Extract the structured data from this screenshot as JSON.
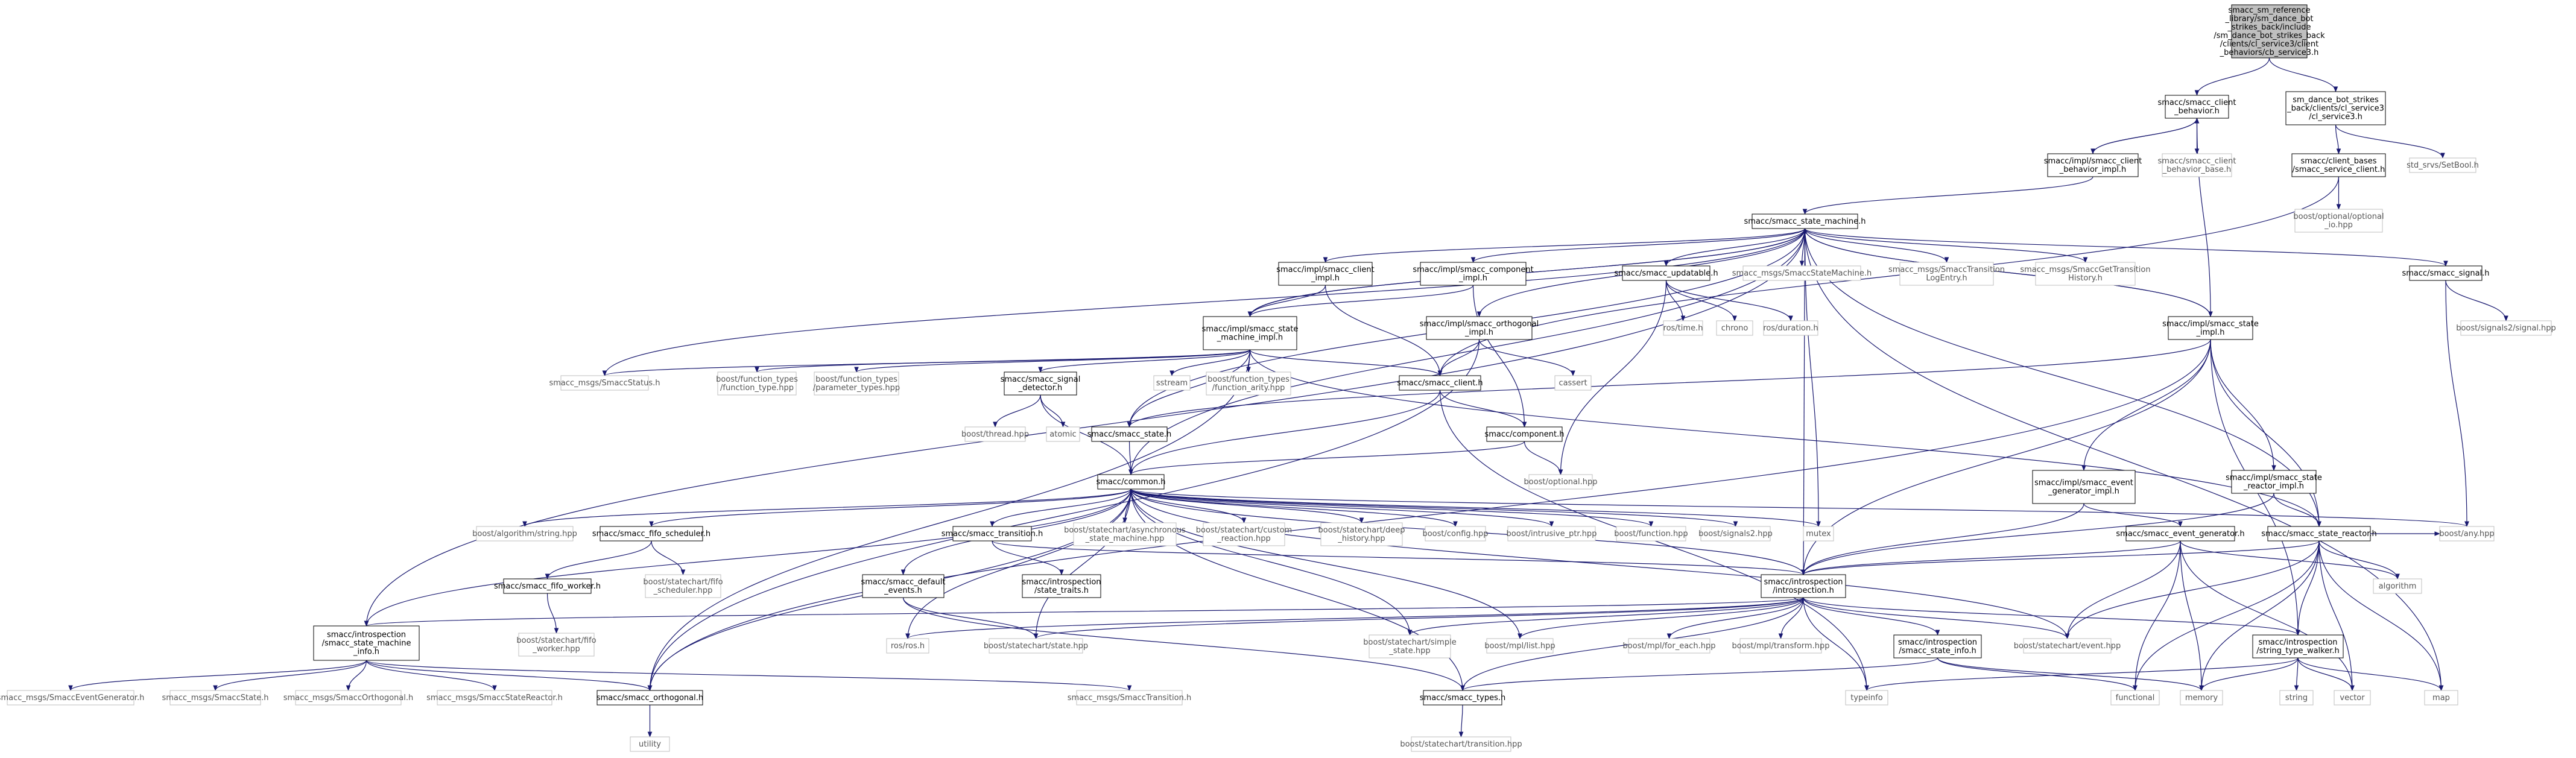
{
  "colors": {
    "edge": "#191970",
    "root_fill": "#bfbfbf",
    "internal_fill": "#ffffff",
    "internal_border": "#000000",
    "external_border": "#bfbfbf",
    "internal_text": "#000000",
    "external_text": "#555555"
  },
  "nodes": [
    {
      "id": "root",
      "kind": "root",
      "lines": [
        "smacc_sm_reference",
        "_library/sm_dance_bot",
        "_strikes_back/include",
        "/sm_dance_bot_strikes_back",
        "/clients/cl_service3/client",
        "_behaviors/cb_service3.h"
      ]
    },
    {
      "id": "client_behavior",
      "kind": "internal",
      "lines": [
        "smacc/smacc_client",
        "_behavior.h"
      ]
    },
    {
      "id": "cl_service3",
      "kind": "internal",
      "lines": [
        "sm_dance_bot_strikes",
        "_back/clients/cl_service3",
        "/cl_service3.h"
      ]
    },
    {
      "id": "client_behavior_impl",
      "kind": "internal",
      "lines": [
        "smacc/impl/smacc_client",
        "_behavior_impl.h"
      ]
    },
    {
      "id": "client_behavior_base",
      "kind": "external",
      "lines": [
        "smacc/smacc_client",
        "_behavior_base.h"
      ]
    },
    {
      "id": "client_bases_service",
      "kind": "internal",
      "lines": [
        "smacc/client_bases",
        "/smacc_service_client.h"
      ]
    },
    {
      "id": "std_srvs_setbool",
      "kind": "external",
      "lines": [
        "std_srvs/SetBool.h"
      ]
    },
    {
      "id": "boost_optional_io",
      "kind": "external",
      "lines": [
        "boost/optional/optional",
        "_io.hpp"
      ]
    },
    {
      "id": "state_machine",
      "kind": "internal",
      "lines": [
        "smacc/smacc_state_machine.h"
      ]
    },
    {
      "id": "client_impl",
      "kind": "internal",
      "lines": [
        "smacc/impl/smacc_client",
        "_impl.h"
      ]
    },
    {
      "id": "component_impl",
      "kind": "internal",
      "lines": [
        "smacc/impl/smacc_component",
        "_impl.h"
      ]
    },
    {
      "id": "updatable",
      "kind": "internal",
      "lines": [
        "smacc/smacc_updatable.h"
      ]
    },
    {
      "id": "msg_statemachine",
      "kind": "external",
      "lines": [
        "smacc_msgs/SmaccStateMachine.h"
      ]
    },
    {
      "id": "msg_transition_log",
      "kind": "external",
      "lines": [
        "smacc_msgs/SmaccTransition",
        "LogEntry.h"
      ]
    },
    {
      "id": "msg_get_transition",
      "kind": "external",
      "lines": [
        "smacc_msgs/SmaccGetTransition",
        "History.h"
      ]
    },
    {
      "id": "signal",
      "kind": "internal",
      "lines": [
        "smacc/smacc_signal.h"
      ]
    },
    {
      "id": "ros_time",
      "kind": "external",
      "lines": [
        "ros/time.h"
      ]
    },
    {
      "id": "chrono",
      "kind": "external",
      "lines": [
        "chrono"
      ]
    },
    {
      "id": "ros_duration",
      "kind": "external",
      "lines": [
        "ros/duration.h"
      ]
    },
    {
      "id": "boost_signals2_signal",
      "kind": "external",
      "lines": [
        "boost/signals2/signal.hpp"
      ]
    },
    {
      "id": "state_machine_impl",
      "kind": "internal",
      "lines": [
        "smacc/impl/smacc_state",
        "_machine_impl.h"
      ]
    },
    {
      "id": "orthogonal_impl",
      "kind": "internal",
      "lines": [
        "smacc/impl/smacc_orthogonal",
        "_impl.h"
      ]
    },
    {
      "id": "state_impl",
      "kind": "internal",
      "lines": [
        "smacc/impl/smacc_state",
        "_impl.h"
      ]
    },
    {
      "id": "msg_status",
      "kind": "external",
      "lines": [
        "smacc_msgs/SmaccStatus.h"
      ]
    },
    {
      "id": "boost_ft_function_type",
      "kind": "external",
      "lines": [
        "boost/function_types",
        "/function_type.hpp"
      ]
    },
    {
      "id": "boost_ft_parameter_types",
      "kind": "external",
      "lines": [
        "boost/function_types",
        "/parameter_types.hpp"
      ]
    },
    {
      "id": "signal_detector",
      "kind": "internal",
      "lines": [
        "smacc/smacc_signal",
        "_detector.h"
      ]
    },
    {
      "id": "sstream",
      "kind": "external",
      "lines": [
        "sstream"
      ]
    },
    {
      "id": "boost_ft_function_arity",
      "kind": "external",
      "lines": [
        "boost/function_types",
        "/function_arity.hpp"
      ]
    },
    {
      "id": "client",
      "kind": "internal",
      "lines": [
        "smacc/smacc_client.h"
      ]
    },
    {
      "id": "cassert",
      "kind": "external",
      "lines": [
        "cassert"
      ]
    },
    {
      "id": "boost_thread",
      "kind": "external",
      "lines": [
        "boost/thread.hpp"
      ]
    },
    {
      "id": "atomic",
      "kind": "external",
      "lines": [
        "atomic"
      ]
    },
    {
      "id": "state",
      "kind": "internal",
      "lines": [
        "smacc/smacc_state.h"
      ]
    },
    {
      "id": "component",
      "kind": "internal",
      "lines": [
        "smacc/component.h"
      ]
    },
    {
      "id": "boost_optional",
      "kind": "external",
      "lines": [
        "boost/optional.hpp"
      ]
    },
    {
      "id": "common",
      "kind": "internal",
      "lines": [
        "smacc/common.h"
      ]
    },
    {
      "id": "boost_algorithm_string",
      "kind": "external",
      "lines": [
        "boost/algorithm/string.hpp"
      ]
    },
    {
      "id": "fifo_scheduler",
      "kind": "internal",
      "lines": [
        "smacc/smacc_fifo_scheduler.h"
      ]
    },
    {
      "id": "smacc_transition",
      "kind": "internal",
      "lines": [
        "smacc/smacc_transition.h"
      ]
    },
    {
      "id": "sc_asynchronous",
      "kind": "external",
      "lines": [
        "boost/statechart/asynchronous",
        "_state_machine.hpp"
      ]
    },
    {
      "id": "sc_custom_reaction",
      "kind": "external",
      "lines": [
        "boost/statechart/custom",
        "_reaction.hpp"
      ]
    },
    {
      "id": "sc_deep_history",
      "kind": "external",
      "lines": [
        "boost/statechart/deep",
        "_history.hpp"
      ]
    },
    {
      "id": "boost_config",
      "kind": "external",
      "lines": [
        "boost/config.hpp"
      ]
    },
    {
      "id": "boost_intrusive_ptr",
      "kind": "external",
      "lines": [
        "boost/intrusive_ptr.hpp"
      ]
    },
    {
      "id": "boost_function",
      "kind": "external",
      "lines": [
        "boost/function.hpp"
      ]
    },
    {
      "id": "boost_signals2",
      "kind": "external",
      "lines": [
        "boost/signals2.hpp"
      ]
    },
    {
      "id": "mutex",
      "kind": "external",
      "lines": [
        "mutex"
      ]
    },
    {
      "id": "boost_any",
      "kind": "external",
      "lines": [
        "boost/any.hpp"
      ]
    },
    {
      "id": "event_generator_impl",
      "kind": "internal",
      "lines": [
        "smacc/impl/smacc_event",
        "_generator_impl.h"
      ]
    },
    {
      "id": "state_reactor_impl",
      "kind": "internal",
      "lines": [
        "smacc/impl/smacc_state",
        "_reactor_impl.h"
      ]
    },
    {
      "id": "fifo_worker",
      "kind": "internal",
      "lines": [
        "smacc/smacc_fifo_worker.h"
      ]
    },
    {
      "id": "sc_fifo_scheduler",
      "kind": "external",
      "lines": [
        "boost/statechart/fifo",
        "_scheduler.hpp"
      ]
    },
    {
      "id": "introspection_state_traits",
      "kind": "internal",
      "lines": [
        "smacc/introspection",
        "/state_traits.h"
      ]
    },
    {
      "id": "smacc_default_events",
      "kind": "internal",
      "lines": [
        "smacc/smacc_default",
        "_events.h"
      ]
    },
    {
      "id": "event_generator",
      "kind": "internal",
      "lines": [
        "smacc/smacc_event_generator.h"
      ]
    },
    {
      "id": "state_reactor",
      "kind": "internal",
      "lines": [
        "smacc/smacc_state_reactor.h"
      ]
    },
    {
      "id": "algorithm",
      "kind": "external",
      "lines": [
        "algorithm"
      ]
    },
    {
      "id": "introspection",
      "kind": "internal",
      "lines": [
        "smacc/introspection",
        "/introspection.h"
      ]
    },
    {
      "id": "sc_fifo_worker",
      "kind": "external",
      "lines": [
        "boost/statechart/fifo",
        "_worker.hpp"
      ]
    },
    {
      "id": "sm_info",
      "kind": "internal",
      "lines": [
        "smacc/introspection",
        "/smacc_state_machine",
        "_info.h"
      ]
    },
    {
      "id": "ros_ros",
      "kind": "external",
      "lines": [
        "ros/ros.h"
      ]
    },
    {
      "id": "sc_state",
      "kind": "external",
      "lines": [
        "boost/statechart/state.hpp"
      ]
    },
    {
      "id": "sc_simple_state",
      "kind": "external",
      "lines": [
        "boost/statechart/simple",
        "_state.hpp"
      ]
    },
    {
      "id": "mpl_list",
      "kind": "external",
      "lines": [
        "boost/mpl/list.hpp"
      ]
    },
    {
      "id": "mpl_for_each",
      "kind": "external",
      "lines": [
        "boost/mpl/for_each.hpp"
      ]
    },
    {
      "id": "mpl_transform",
      "kind": "external",
      "lines": [
        "boost/mpl/transform.hpp"
      ]
    },
    {
      "id": "state_info",
      "kind": "internal",
      "lines": [
        "smacc/introspection",
        "/smacc_state_info.h"
      ]
    },
    {
      "id": "sc_event",
      "kind": "external",
      "lines": [
        "boost/statechart/event.hpp"
      ]
    },
    {
      "id": "string_type_walker",
      "kind": "internal",
      "lines": [
        "smacc/introspection",
        "/string_type_walker.h"
      ]
    },
    {
      "id": "msg_event_generator",
      "kind": "external",
      "lines": [
        "smacc_msgs/SmaccEventGenerator.h"
      ]
    },
    {
      "id": "msg_state",
      "kind": "external",
      "lines": [
        "smacc_msgs/SmaccState.h"
      ]
    },
    {
      "id": "msg_orthogonal",
      "kind": "external",
      "lines": [
        "smacc_msgs/SmaccOrthogonal.h"
      ]
    },
    {
      "id": "msg_state_reactor",
      "kind": "external",
      "lines": [
        "smacc_msgs/SmaccStateReactor.h"
      ]
    },
    {
      "id": "smacc_orthogonal",
      "kind": "internal",
      "lines": [
        "smacc/smacc_orthogonal.h"
      ]
    },
    {
      "id": "msg_transition",
      "kind": "external",
      "lines": [
        "smacc_msgs/SmaccTransition.h"
      ]
    },
    {
      "id": "smacc_types",
      "kind": "internal",
      "lines": [
        "smacc/smacc_types.h"
      ]
    },
    {
      "id": "typeinfo",
      "kind": "external",
      "lines": [
        "typeinfo"
      ]
    },
    {
      "id": "functional",
      "kind": "external",
      "lines": [
        "functional"
      ]
    },
    {
      "id": "memory",
      "kind": "external",
      "lines": [
        "memory"
      ]
    },
    {
      "id": "string",
      "kind": "external",
      "lines": [
        "string"
      ]
    },
    {
      "id": "vector",
      "kind": "external",
      "lines": [
        "vector"
      ]
    },
    {
      "id": "map",
      "kind": "external",
      "lines": [
        "map"
      ]
    },
    {
      "id": "utility",
      "kind": "external",
      "lines": [
        "utility"
      ]
    },
    {
      "id": "sc_transition",
      "kind": "external",
      "lines": [
        "boost/statechart/transition.hpp"
      ]
    }
  ],
  "edges": [
    [
      "root",
      "client_behavior"
    ],
    [
      "root",
      "cl_service3"
    ],
    [
      "client_behavior",
      "client_behavior_impl"
    ],
    [
      "client_behavior",
      "client_behavior_base"
    ],
    [
      "client_behavior_impl",
      "client_behavior"
    ],
    [
      "client_behavior_impl",
      "state_machine"
    ],
    [
      "cl_service3",
      "client_bases_service"
    ],
    [
      "cl_service3",
      "std_srvs_setbool"
    ],
    [
      "client_bases_service",
      "boost_optional_io"
    ],
    [
      "client_bases_service",
      "client"
    ],
    [
      "state_machine",
      "client_impl"
    ],
    [
      "state_machine",
      "component_impl"
    ],
    [
      "state_machine",
      "updatable"
    ],
    [
      "state_machine",
      "msg_statemachine"
    ],
    [
      "state_machine",
      "msg_transition_log"
    ],
    [
      "state_machine",
      "msg_get_transition"
    ],
    [
      "state_machine",
      "signal"
    ],
    [
      "state_machine",
      "state_machine_impl"
    ],
    [
      "state_machine",
      "orthogonal_impl"
    ],
    [
      "state_machine",
      "state_impl"
    ],
    [
      "state_machine",
      "msg_status"
    ],
    [
      "state_machine",
      "state"
    ],
    [
      "state_machine",
      "common"
    ],
    [
      "state_machine",
      "sm_info"
    ],
    [
      "state_machine",
      "mutex"
    ],
    [
      "state_machine",
      "map"
    ],
    [
      "state_machine",
      "state_reactor"
    ],
    [
      "state_machine",
      "introspection"
    ],
    [
      "updatable",
      "ros_time"
    ],
    [
      "updatable",
      "chrono"
    ],
    [
      "updatable",
      "ros_duration"
    ],
    [
      "updatable",
      "boost_optional"
    ],
    [
      "signal",
      "boost_signals2_signal"
    ],
    [
      "signal",
      "boost_any"
    ],
    [
      "client_impl",
      "state_machine_impl"
    ],
    [
      "client_impl",
      "client"
    ],
    [
      "component_impl",
      "state_machine_impl"
    ],
    [
      "component_impl",
      "component"
    ],
    [
      "state_machine_impl",
      "msg_status"
    ],
    [
      "state_machine_impl",
      "boost_ft_function_type"
    ],
    [
      "state_machine_impl",
      "boost_ft_parameter_types"
    ],
    [
      "state_machine_impl",
      "signal_detector"
    ],
    [
      "state_machine_impl",
      "sstream"
    ],
    [
      "state_machine_impl",
      "boost_ft_function_arity"
    ],
    [
      "state_machine_impl",
      "client"
    ],
    [
      "state_machine_impl",
      "state"
    ],
    [
      "state_machine_impl",
      "smacc_orthogonal"
    ],
    [
      "state_machine_impl",
      "state_reactor"
    ],
    [
      "state_machine_impl",
      "state_machine"
    ],
    [
      "orthogonal_impl",
      "client"
    ],
    [
      "orthogonal_impl",
      "cassert"
    ],
    [
      "orthogonal_impl",
      "smacc_orthogonal"
    ],
    [
      "signal_detector",
      "boost_thread"
    ],
    [
      "signal_detector",
      "atomic"
    ],
    [
      "signal_detector",
      "common"
    ],
    [
      "client",
      "common"
    ],
    [
      "client",
      "component"
    ],
    [
      "client",
      "typeinfo"
    ],
    [
      "component",
      "boost_optional"
    ],
    [
      "component",
      "common"
    ],
    [
      "state",
      "common"
    ],
    [
      "state_impl",
      "state"
    ],
    [
      "state_impl",
      "event_generator_impl"
    ],
    [
      "state_impl",
      "state_reactor_impl"
    ],
    [
      "state_impl",
      "state_reactor"
    ],
    [
      "state_impl",
      "introspection"
    ],
    [
      "state_impl",
      "client_behavior"
    ],
    [
      "state_impl",
      "string_type_walker"
    ],
    [
      "state_impl",
      "smacc_orthogonal"
    ],
    [
      "state_impl",
      "state_machine"
    ],
    [
      "common",
      "boost_algorithm_string"
    ],
    [
      "common",
      "fifo_scheduler"
    ],
    [
      "common",
      "smacc_transition"
    ],
    [
      "common",
      "sc_asynchronous"
    ],
    [
      "common",
      "sc_custom_reaction"
    ],
    [
      "common",
      "sc_deep_history"
    ],
    [
      "common",
      "boost_config"
    ],
    [
      "common",
      "boost_intrusive_ptr"
    ],
    [
      "common",
      "boost_function"
    ],
    [
      "common",
      "boost_signals2"
    ],
    [
      "common",
      "mutex"
    ],
    [
      "common",
      "boost_any"
    ],
    [
      "common",
      "smacc_default_events"
    ],
    [
      "common",
      "introspection"
    ],
    [
      "common",
      "sm_info"
    ],
    [
      "common",
      "ros_ros"
    ],
    [
      "common",
      "sc_state"
    ],
    [
      "common",
      "sc_simple_state"
    ],
    [
      "common",
      "mpl_list"
    ],
    [
      "common",
      "sc_event"
    ],
    [
      "common",
      "smacc_types"
    ],
    [
      "common",
      "smacc_orthogonal"
    ],
    [
      "fifo_scheduler",
      "fifo_worker"
    ],
    [
      "fifo_scheduler",
      "sc_fifo_scheduler"
    ],
    [
      "fifo_worker",
      "sc_fifo_worker"
    ],
    [
      "smacc_transition",
      "introspection_state_traits"
    ],
    [
      "smacc_transition",
      "introspection"
    ],
    [
      "smacc_default_events",
      "sc_state"
    ],
    [
      "smacc_default_events",
      "smacc_types"
    ],
    [
      "event_generator_impl",
      "event_generator"
    ],
    [
      "event_generator_impl",
      "introspection"
    ],
    [
      "state_reactor_impl",
      "state_reactor"
    ],
    [
      "state_reactor_impl",
      "introspection"
    ],
    [
      "event_generator",
      "introspection"
    ],
    [
      "event_generator",
      "algorithm"
    ],
    [
      "event_generator",
      "sc_event"
    ],
    [
      "event_generator",
      "functional"
    ],
    [
      "event_generator",
      "memory"
    ],
    [
      "event_generator",
      "vector"
    ],
    [
      "state_reactor",
      "introspection"
    ],
    [
      "state_reactor",
      "algorithm"
    ],
    [
      "state_reactor",
      "sc_event"
    ],
    [
      "state_reactor",
      "functional"
    ],
    [
      "state_reactor",
      "memory"
    ],
    [
      "state_reactor",
      "vector"
    ],
    [
      "state_reactor",
      "map"
    ],
    [
      "state_reactor",
      "string_type_walker"
    ],
    [
      "state_reactor",
      "boost_any"
    ],
    [
      "introspection",
      "sm_info"
    ],
    [
      "introspection",
      "ros_ros"
    ],
    [
      "introspection",
      "sc_state"
    ],
    [
      "introspection",
      "sc_simple_state"
    ],
    [
      "introspection",
      "mpl_list"
    ],
    [
      "introspection",
      "mpl_for_each"
    ],
    [
      "introspection",
      "mpl_transform"
    ],
    [
      "introspection",
      "state_info"
    ],
    [
      "introspection",
      "sc_event"
    ],
    [
      "introspection",
      "string_type_walker"
    ],
    [
      "introspection",
      "smacc_types"
    ],
    [
      "introspection",
      "typeinfo"
    ],
    [
      "sm_info",
      "msg_event_generator"
    ],
    [
      "sm_info",
      "msg_state"
    ],
    [
      "sm_info",
      "msg_orthogonal"
    ],
    [
      "sm_info",
      "msg_state_reactor"
    ],
    [
      "sm_info",
      "smacc_orthogonal"
    ],
    [
      "sm_info",
      "msg_transition"
    ],
    [
      "state_info",
      "smacc_types"
    ],
    [
      "state_info",
      "functional"
    ],
    [
      "state_info",
      "memory"
    ],
    [
      "string_type_walker",
      "typeinfo"
    ],
    [
      "string_type_walker",
      "memory"
    ],
    [
      "string_type_walker",
      "string"
    ],
    [
      "string_type_walker",
      "vector"
    ],
    [
      "string_type_walker",
      "map"
    ],
    [
      "smacc_orthogonal",
      "utility"
    ],
    [
      "smacc_types",
      "sc_transition"
    ]
  ]
}
